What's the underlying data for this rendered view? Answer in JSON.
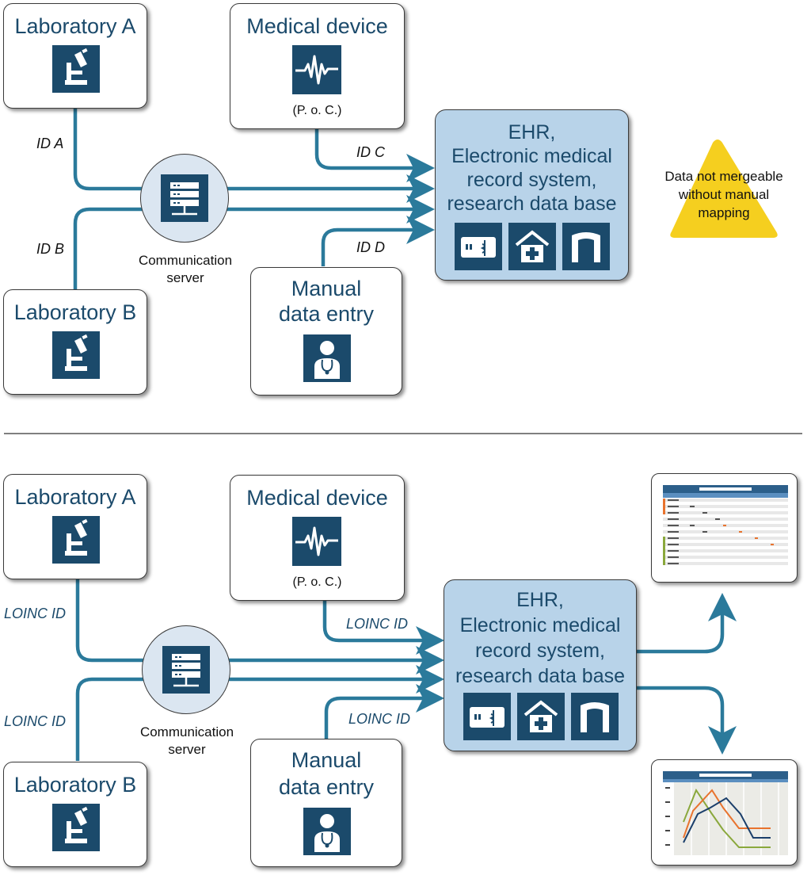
{
  "top": {
    "lab_a": "Laboratory A",
    "lab_b": "Laboratory B",
    "device_title": "Medical device",
    "device_sub": "(P. o. C.)",
    "manual_line1": "Manual",
    "manual_line2": "data entry",
    "ehr_line1": "EHR,",
    "ehr_line2": "Electronic medical",
    "ehr_line3": "record system,",
    "ehr_line4": "research data base",
    "server_line1": "Communication",
    "server_line2": "server",
    "id_a": "ID A",
    "id_b": "ID B",
    "id_c": "ID C",
    "id_d": "ID D",
    "warning_line1": "Data not mergeable",
    "warning_line2": "without manual",
    "warning_line3": "mapping"
  },
  "bottom": {
    "lab_a": "Laboratory A",
    "lab_b": "Laboratory B",
    "device_title": "Medical device",
    "device_sub": "(P. o. C.)",
    "manual_line1": "Manual",
    "manual_line2": "data entry",
    "ehr_line1": "EHR,",
    "ehr_line2": "Electronic medical",
    "ehr_line3": "record system,",
    "ehr_line4": "research data base",
    "server_line1": "Communication",
    "server_line2": "server",
    "id_lab_a": "LOINC ID",
    "id_lab_b": "LOINC ID",
    "id_device": "LOINC ID",
    "id_manual": "LOINC ID"
  },
  "colors": {
    "navy": "#1b4a6b",
    "arrow": "#2b7a9b",
    "ehr_fill": "#b8d3e9",
    "warning": "#f5cf1f"
  },
  "icons": [
    "microscope-icon",
    "ekg-monitor-icon",
    "clinician-icon",
    "server-icon",
    "health-card-icon",
    "hospital-icon",
    "archive-icon",
    "table-report-icon",
    "line-chart-report-icon",
    "warning-triangle-icon"
  ]
}
